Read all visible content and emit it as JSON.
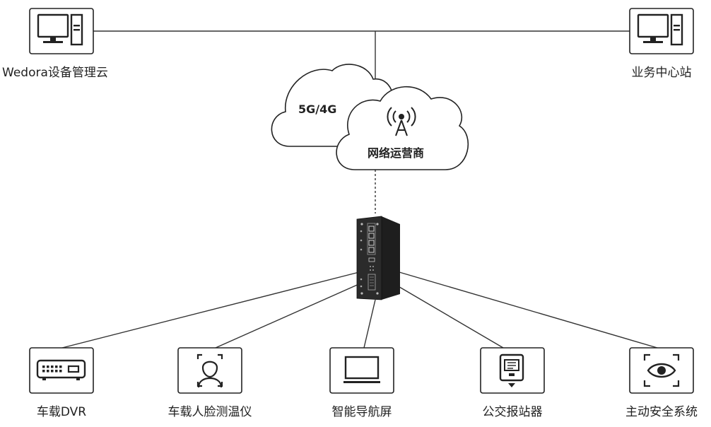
{
  "nodes": {
    "cloud_platform": {
      "label": "Wedora设备管理云",
      "icon": "computer-icon"
    },
    "business_center": {
      "label": "业务中心站",
      "icon": "computer-icon"
    }
  },
  "network": {
    "cloud_5g": {
      "label": "5G/4G"
    },
    "operator": {
      "label": "网络运营商",
      "icon": "signal-tower-icon"
    }
  },
  "gateway": {
    "icon": "router-device-icon"
  },
  "devices": [
    {
      "label": "车载DVR",
      "icon": "dvr-icon"
    },
    {
      "label": "车载人脸测温仪",
      "icon": "face-recognition-icon"
    },
    {
      "label": "智能导航屏",
      "icon": "monitor-icon"
    },
    {
      "label": "公交报站器",
      "icon": "station-announcer-icon"
    },
    {
      "label": "主动安全系统",
      "icon": "eye-camera-icon"
    }
  ],
  "colors": {
    "line": "#333333",
    "stroke": "#222222",
    "device_body": "#2b2b2b"
  }
}
